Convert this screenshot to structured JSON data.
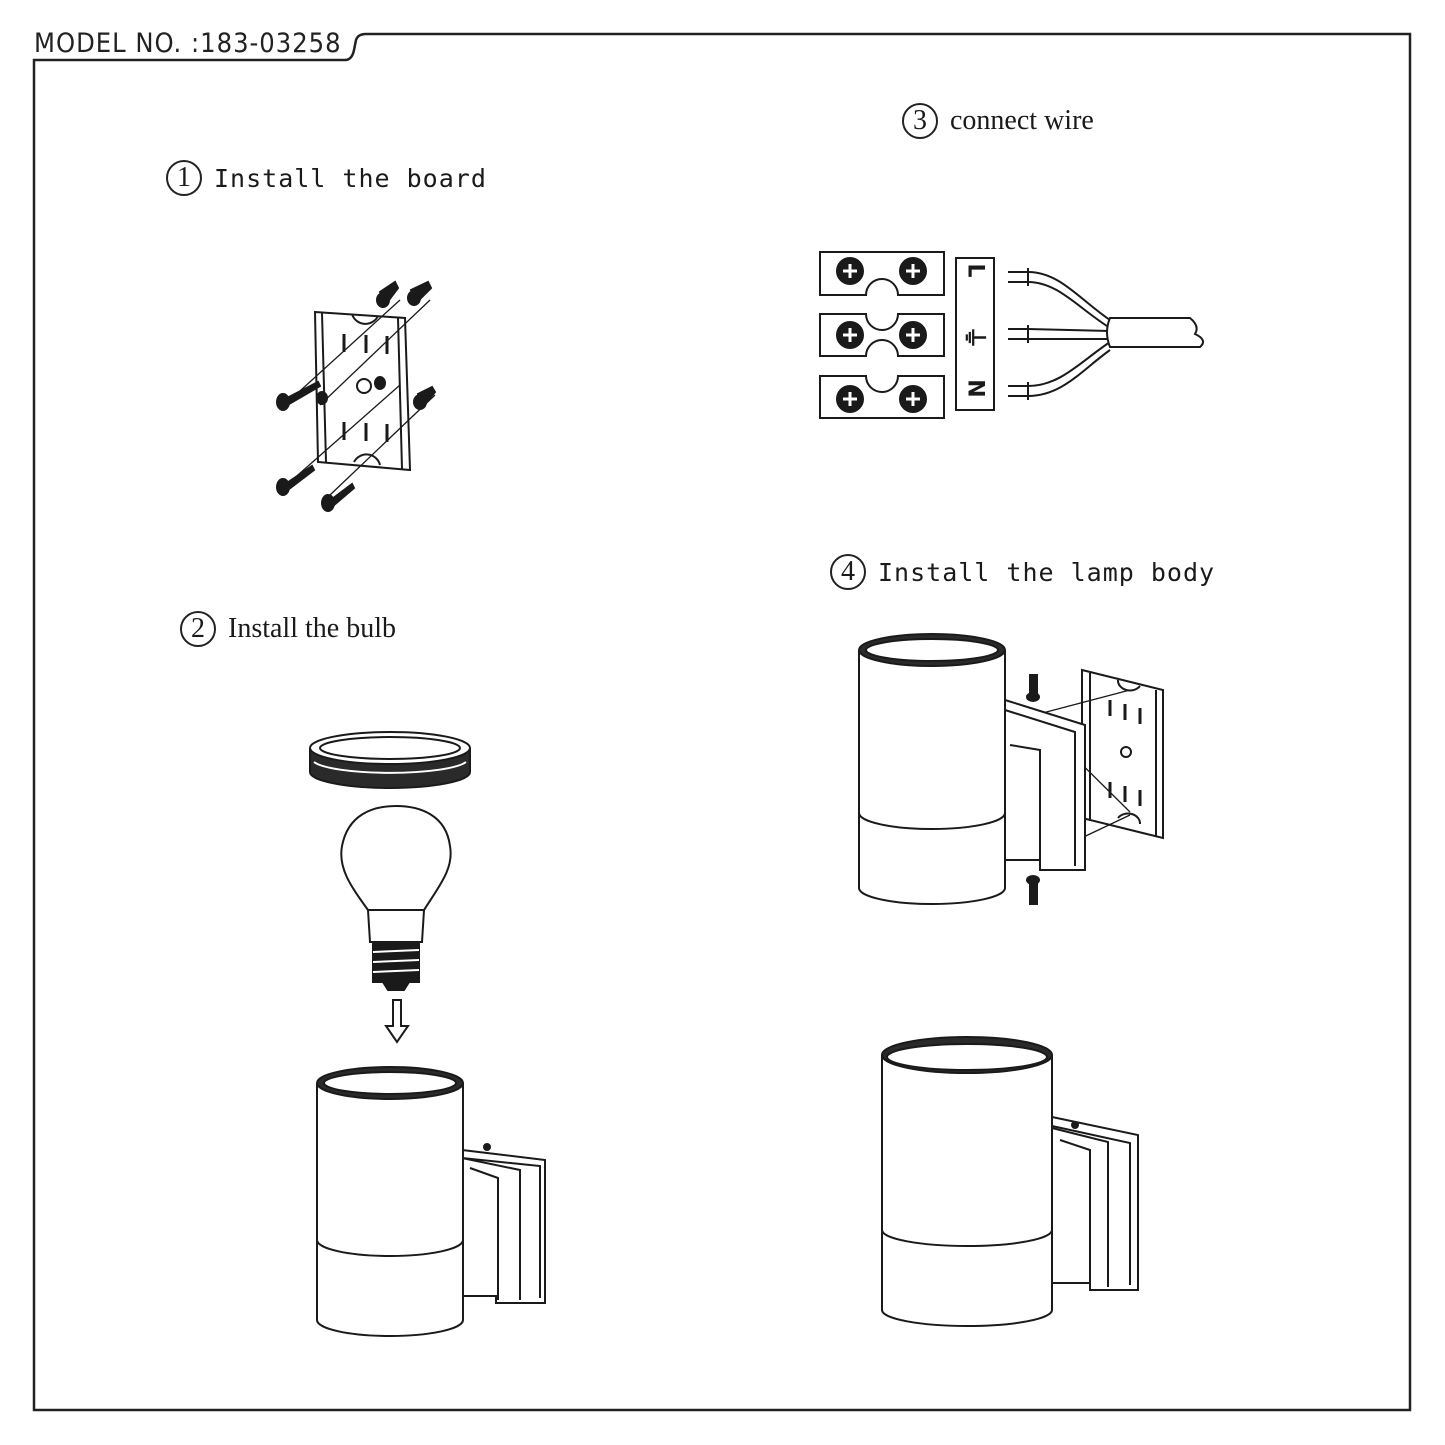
{
  "header": {
    "model_number": "MODEL NO. :183-03258"
  },
  "steps": [
    {
      "number": "1",
      "label": "Install the board"
    },
    {
      "number": "2",
      "label": "Install the bulb"
    },
    {
      "number": "3",
      "label": "connect wire"
    },
    {
      "number": "4",
      "label": "Install the lamp body"
    }
  ],
  "terminal": {
    "live": "L",
    "earth": "⏚",
    "neutral": "N"
  }
}
